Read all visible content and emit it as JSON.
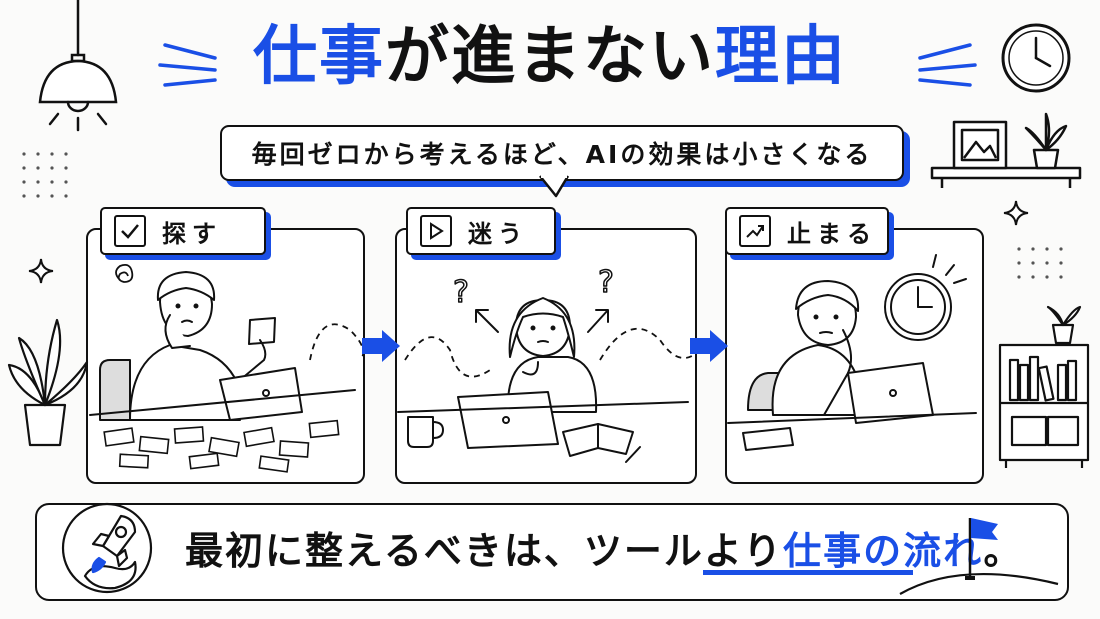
{
  "title": {
    "part1": "仕事",
    "part2": "が進まない",
    "part3": "理由"
  },
  "subtitle": "毎回ゼロから考えるほど、AIの効果は小さくなる",
  "steps": [
    {
      "label": "探す",
      "icon": "check-icon"
    },
    {
      "label": "迷う",
      "icon": "play-icon"
    },
    {
      "label": "止まる",
      "icon": "trend-icon"
    }
  ],
  "conclusion": {
    "prefix": "最初に整えるべきは、ツールより",
    "highlight": "仕事の流れ",
    "suffix": "。"
  },
  "colors": {
    "accent": "#1a4fe6",
    "ink": "#111111",
    "background": "#fbfbfa"
  }
}
